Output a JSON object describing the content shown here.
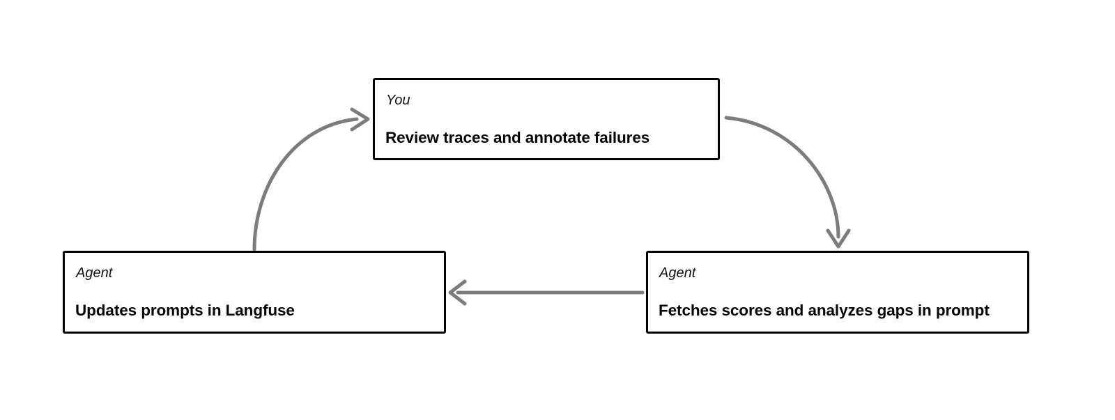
{
  "diagram": {
    "type": "cycle-flow",
    "background_color": "#ffffff",
    "node_border_color": "#000000",
    "arrow_color": "#7c7c7c",
    "nodes": [
      {
        "id": "review",
        "role": "You",
        "title": "Review traces and annotate failures"
      },
      {
        "id": "fetches",
        "role": "Agent",
        "title": "Fetches scores and analyzes gaps in prompt"
      },
      {
        "id": "updates",
        "role": "Agent",
        "title": "Updates prompts in Langfuse"
      }
    ],
    "edges": [
      {
        "id": "review-to-fetches",
        "from": "review",
        "to": "fetches",
        "style": "curved",
        "direction": "down-right",
        "label": ""
      },
      {
        "id": "fetches-to-updates",
        "from": "fetches",
        "to": "updates",
        "style": "straight",
        "direction": "left",
        "label": ""
      },
      {
        "id": "updates-to-review",
        "from": "updates",
        "to": "review",
        "style": "curved",
        "direction": "up-right",
        "label": ""
      }
    ]
  }
}
